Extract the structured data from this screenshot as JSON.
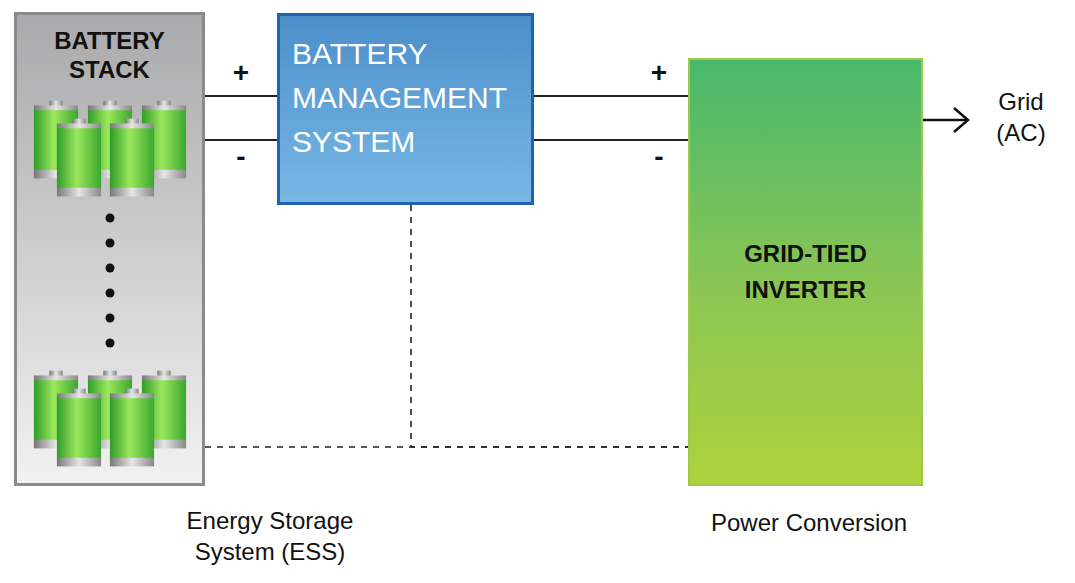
{
  "diagram": {
    "nodes": [
      {
        "text": [
          "BATTERY STACK"
        ]
      },
      {
        "text": [
          "BATTERY MANAGEMENT SYSTEM"
        ]
      },
      {
        "text": [
          "GRID-TIED INVERTER"
        ]
      }
    ],
    "edges": [
      {
        "from": 0,
        "to": 1,
        "arrow": "none"
      },
      {
        "from": 0,
        "to": 1,
        "arrow": "none"
      },
      {
        "from": 1,
        "to": 2,
        "arrow": "none"
      },
      {
        "from": 1,
        "to": 2,
        "arrow": "none"
      },
      {
        "from": 0,
        "to": 2,
        "arrow": "none"
      },
      {
        "from": 1,
        "to": 2,
        "arrow": "none"
      }
    ],
    "labels": [
      "+",
      "-",
      "+",
      "-",
      "Grid (AC)",
      "Energy Storage System (ESS)",
      "Power Conversion"
    ]
  }
}
